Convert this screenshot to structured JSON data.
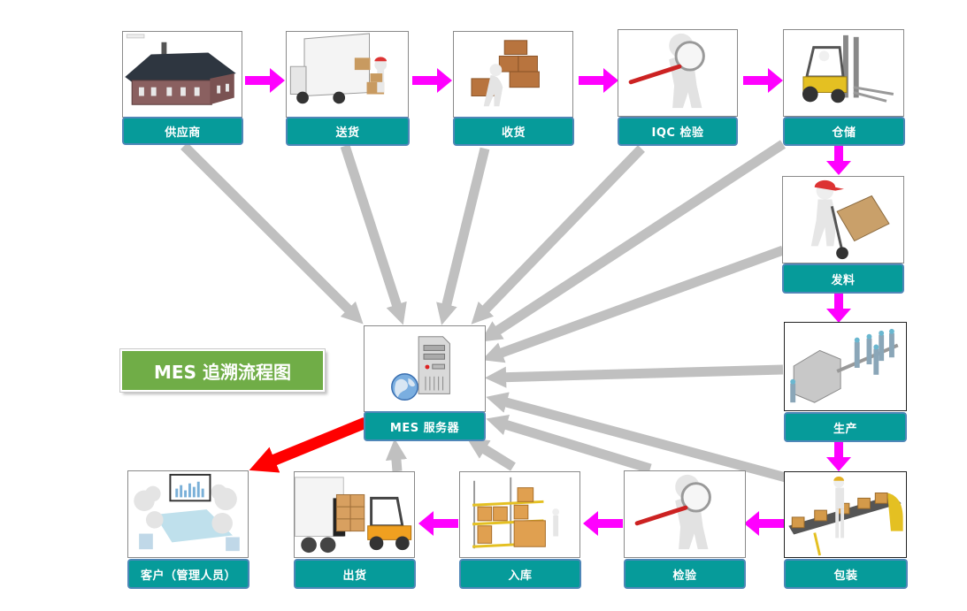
{
  "title": "MES 追溯流程图",
  "server": {
    "label": "MES 服务器",
    "icon": "server-globe-icon"
  },
  "nodes": [
    {
      "id": "supplier",
      "label": "供应商",
      "icon": "house-icon"
    },
    {
      "id": "delivery",
      "label": "送货",
      "icon": "truck-delivery-icon"
    },
    {
      "id": "receiving",
      "label": "收货",
      "icon": "boxes-icon"
    },
    {
      "id": "iqc",
      "label": "IQC 检验",
      "icon": "magnifier-icon"
    },
    {
      "id": "storage",
      "label": "仓储",
      "icon": "forklift-icon"
    },
    {
      "id": "issue",
      "label": "发料",
      "icon": "hand-truck-icon"
    },
    {
      "id": "production",
      "label": "生产",
      "icon": "production-line-icon"
    },
    {
      "id": "packing",
      "label": "包装",
      "icon": "conveyor-icon"
    },
    {
      "id": "inspection",
      "label": "检验",
      "icon": "magnifier-icon"
    },
    {
      "id": "warehousing",
      "label": "入库",
      "icon": "pallet-rack-icon"
    },
    {
      "id": "shipping",
      "label": "出货",
      "icon": "truck-forklift-icon"
    },
    {
      "id": "customer",
      "label": "客户（管理人员）",
      "icon": "meeting-icon"
    }
  ],
  "colors": {
    "label_bg": "#069b9a",
    "label_border": "#4f87b8",
    "flow_arrow": "#ff00ff",
    "data_arrow": "#c0c0c0",
    "output_arrow": "#ff0000",
    "title_bg": "#70ad47"
  }
}
